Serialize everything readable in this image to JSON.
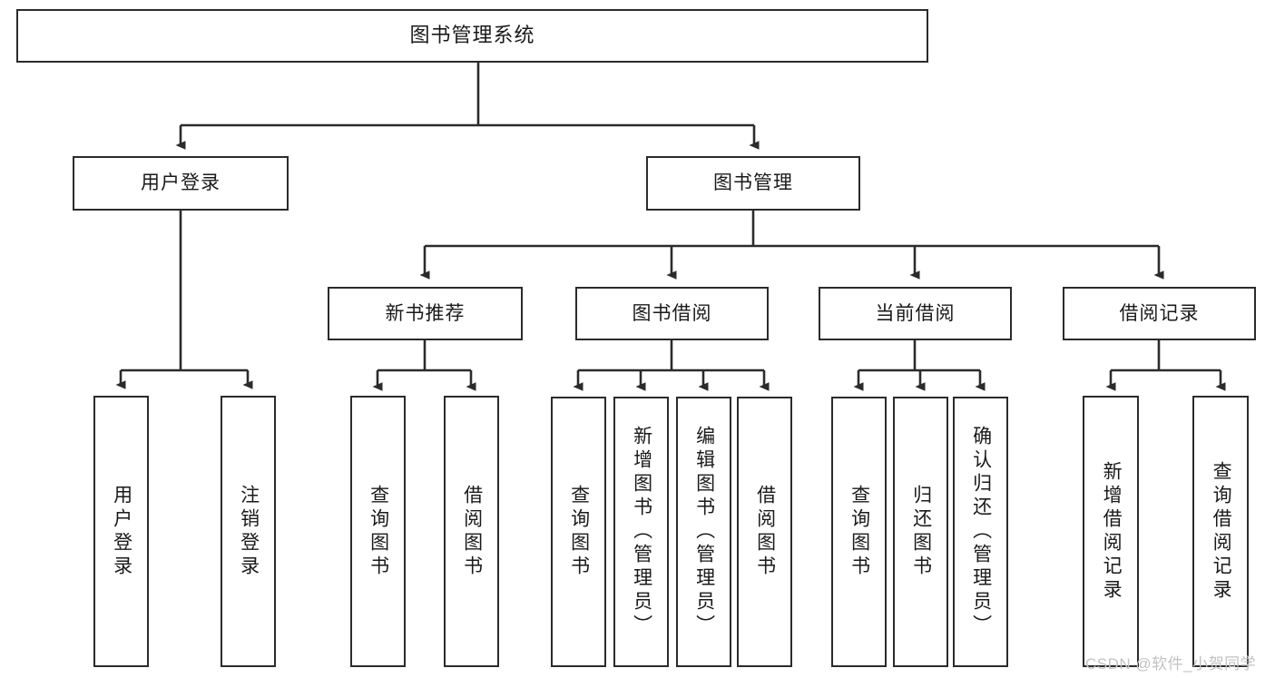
{
  "diagram": {
    "title": "图书管理系统",
    "type": "tree",
    "orientation": "top-down",
    "watermark": "CSDN @软件_小贺同学",
    "colors": {
      "box_border": "#2b2b2b",
      "box_fill": "#ffffff",
      "connector": "#2b2b2b",
      "text": "#1a1a1a",
      "watermark": "#c2c2c2"
    },
    "nodes": {
      "root": {
        "label": "图书管理系统"
      },
      "level2": [
        {
          "id": "user-login",
          "label": "用户登录"
        },
        {
          "id": "book-manage",
          "label": "图书管理"
        }
      ],
      "level3": [
        {
          "id": "new-book-recommend",
          "label": "新书推荐"
        },
        {
          "id": "book-borrow",
          "label": "图书借阅"
        },
        {
          "id": "current-borrow",
          "label": "当前借阅"
        },
        {
          "id": "borrow-record",
          "label": "借阅记录"
        }
      ],
      "leaves": {
        "user-login": [
          {
            "id": "leaf-user-login",
            "label": "用户登录"
          },
          {
            "id": "leaf-logout-login",
            "label": "注销登录"
          }
        ],
        "new-book-recommend": [
          {
            "id": "leaf-query-book-1",
            "label": "查询图书"
          },
          {
            "id": "leaf-borrow-book-1",
            "label": "借阅图书"
          }
        ],
        "book-borrow": [
          {
            "id": "leaf-query-book-2",
            "label": "查询图书"
          },
          {
            "id": "leaf-add-book",
            "label": "新增图书（管理员）"
          },
          {
            "id": "leaf-edit-book",
            "label": "编辑图书（管理员）"
          },
          {
            "id": "leaf-borrow-book-2",
            "label": "借阅图书"
          }
        ],
        "current-borrow": [
          {
            "id": "leaf-query-book-3",
            "label": "查询图书"
          },
          {
            "id": "leaf-return-book",
            "label": "归还图书"
          },
          {
            "id": "leaf-confirm-return",
            "label": "确认归还（管理员）"
          }
        ],
        "borrow-record": [
          {
            "id": "leaf-add-record",
            "label": "新增借阅记录"
          },
          {
            "id": "leaf-query-record",
            "label": "查询借阅记录"
          }
        ]
      }
    }
  }
}
